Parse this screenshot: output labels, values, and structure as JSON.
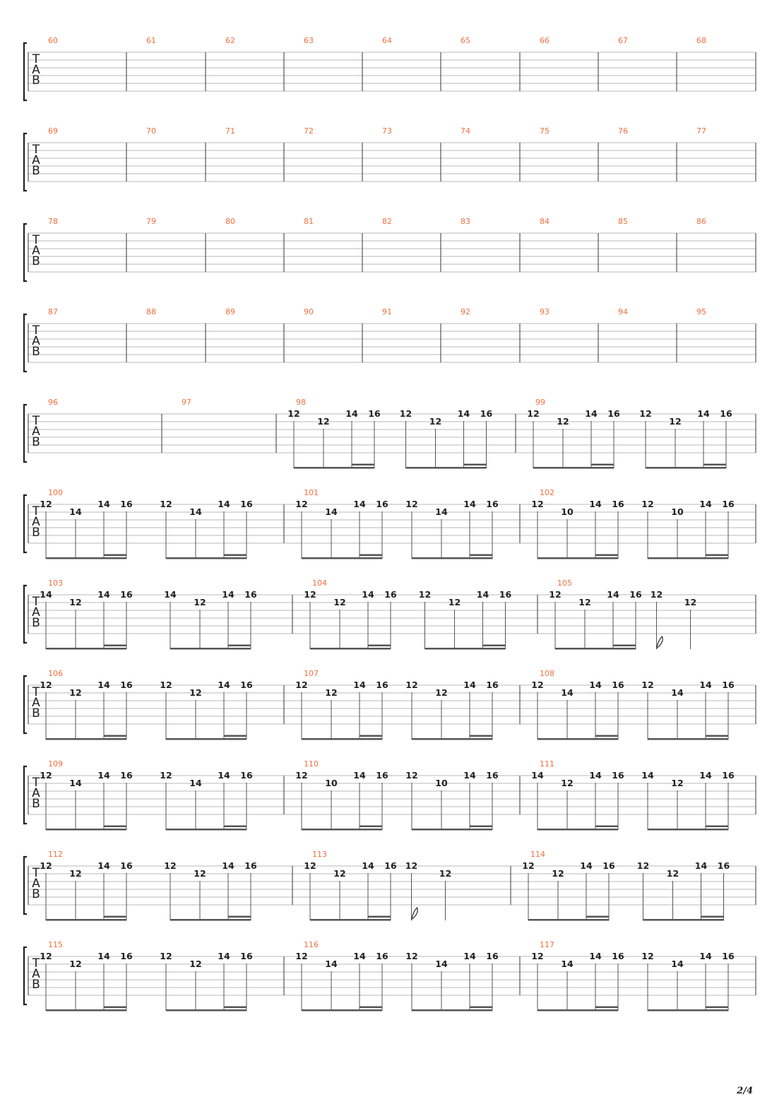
{
  "page_number": "2/4",
  "tab_letters": [
    "T",
    "A",
    "B"
  ],
  "colors": {
    "measure_number": "#f07040",
    "ink": "#222222",
    "staff_line": "#b8b8b8"
  },
  "systems": [
    {
      "measures": [
        {
          "n": "60",
          "groups": []
        },
        {
          "n": "61",
          "groups": []
        },
        {
          "n": "62",
          "groups": []
        },
        {
          "n": "63",
          "groups": []
        },
        {
          "n": "64",
          "groups": []
        },
        {
          "n": "65",
          "groups": []
        },
        {
          "n": "66",
          "groups": []
        },
        {
          "n": "67",
          "groups": []
        },
        {
          "n": "68",
          "groups": []
        }
      ]
    },
    {
      "measures": [
        {
          "n": "69",
          "groups": []
        },
        {
          "n": "70",
          "groups": []
        },
        {
          "n": "71",
          "groups": []
        },
        {
          "n": "72",
          "groups": []
        },
        {
          "n": "73",
          "groups": []
        },
        {
          "n": "74",
          "groups": []
        },
        {
          "n": "75",
          "groups": []
        },
        {
          "n": "76",
          "groups": []
        },
        {
          "n": "77",
          "groups": []
        }
      ]
    },
    {
      "measures": [
        {
          "n": "78",
          "groups": []
        },
        {
          "n": "79",
          "groups": []
        },
        {
          "n": "80",
          "groups": []
        },
        {
          "n": "81",
          "groups": []
        },
        {
          "n": "82",
          "groups": []
        },
        {
          "n": "83",
          "groups": []
        },
        {
          "n": "84",
          "groups": []
        },
        {
          "n": "85",
          "groups": []
        },
        {
          "n": "86",
          "groups": []
        }
      ]
    },
    {
      "measures": [
        {
          "n": "87",
          "groups": []
        },
        {
          "n": "88",
          "groups": []
        },
        {
          "n": "89",
          "groups": []
        },
        {
          "n": "90",
          "groups": []
        },
        {
          "n": "91",
          "groups": []
        },
        {
          "n": "92",
          "groups": []
        },
        {
          "n": "93",
          "groups": []
        },
        {
          "n": "94",
          "groups": []
        },
        {
          "n": "95",
          "groups": []
        }
      ]
    },
    {
      "measures": [
        {
          "n": "96",
          "groups": []
        },
        {
          "n": "97",
          "groups": []
        },
        {
          "n": "98",
          "groups": [
            {
              "type": "beam4",
              "frets": [
                "12",
                "12",
                "14",
                "16"
              ]
            },
            {
              "type": "beam4",
              "frets": [
                "12",
                "12",
                "14",
                "16"
              ]
            }
          ]
        },
        {
          "n": "99",
          "groups": [
            {
              "type": "beam4",
              "frets": [
                "12",
                "12",
                "14",
                "16"
              ]
            },
            {
              "type": "beam4",
              "frets": [
                "12",
                "12",
                "14",
                "16"
              ]
            }
          ]
        }
      ]
    },
    {
      "measures": [
        {
          "n": "100",
          "groups": [
            {
              "type": "beam4",
              "frets": [
                "12",
                "14",
                "14",
                "16"
              ]
            },
            {
              "type": "beam4",
              "frets": [
                "12",
                "14",
                "14",
                "16"
              ]
            }
          ]
        },
        {
          "n": "101",
          "groups": [
            {
              "type": "beam4",
              "frets": [
                "12",
                "14",
                "14",
                "16"
              ]
            },
            {
              "type": "beam4",
              "frets": [
                "12",
                "14",
                "14",
                "16"
              ]
            }
          ]
        },
        {
          "n": "102",
          "groups": [
            {
              "type": "beam4",
              "frets": [
                "12",
                "10",
                "14",
                "16"
              ]
            },
            {
              "type": "beam4",
              "frets": [
                "12",
                "10",
                "14",
                "16"
              ]
            }
          ]
        }
      ]
    },
    {
      "measures": [
        {
          "n": "103",
          "groups": [
            {
              "type": "beam4",
              "frets": [
                "14",
                "12",
                "14",
                "16"
              ]
            },
            {
              "type": "beam4",
              "frets": [
                "14",
                "12",
                "14",
                "16"
              ]
            }
          ]
        },
        {
          "n": "104",
          "groups": [
            {
              "type": "beam4",
              "frets": [
                "12",
                "12",
                "14",
                "16"
              ]
            },
            {
              "type": "beam4",
              "frets": [
                "12",
                "12",
                "14",
                "16"
              ]
            }
          ]
        },
        {
          "n": "105",
          "groups": [
            {
              "type": "beam4",
              "frets": [
                "12",
                "12",
                "14",
                "16"
              ]
            },
            {
              "type": "flag2",
              "frets": [
                "12",
                "12"
              ]
            }
          ]
        }
      ]
    },
    {
      "measures": [
        {
          "n": "106",
          "groups": [
            {
              "type": "beam4",
              "frets": [
                "12",
                "12",
                "14",
                "16"
              ]
            },
            {
              "type": "beam4",
              "frets": [
                "12",
                "12",
                "14",
                "16"
              ]
            }
          ]
        },
        {
          "n": "107",
          "groups": [
            {
              "type": "beam4",
              "frets": [
                "12",
                "12",
                "14",
                "16"
              ]
            },
            {
              "type": "beam4",
              "frets": [
                "12",
                "12",
                "14",
                "16"
              ]
            }
          ]
        },
        {
          "n": "108",
          "groups": [
            {
              "type": "beam4",
              "frets": [
                "12",
                "14",
                "14",
                "16"
              ]
            },
            {
              "type": "beam4",
              "frets": [
                "12",
                "14",
                "14",
                "16"
              ]
            }
          ]
        }
      ]
    },
    {
      "measures": [
        {
          "n": "109",
          "groups": [
            {
              "type": "beam4",
              "frets": [
                "12",
                "14",
                "14",
                "16"
              ]
            },
            {
              "type": "beam4",
              "frets": [
                "12",
                "14",
                "14",
                "16"
              ]
            }
          ]
        },
        {
          "n": "110",
          "groups": [
            {
              "type": "beam4",
              "frets": [
                "12",
                "10",
                "14",
                "16"
              ]
            },
            {
              "type": "beam4",
              "frets": [
                "12",
                "10",
                "14",
                "16"
              ]
            }
          ]
        },
        {
          "n": "111",
          "groups": [
            {
              "type": "beam4",
              "frets": [
                "14",
                "12",
                "14",
                "16"
              ]
            },
            {
              "type": "beam4",
              "frets": [
                "14",
                "12",
                "14",
                "16"
              ]
            }
          ]
        }
      ]
    },
    {
      "measures": [
        {
          "n": "112",
          "groups": [
            {
              "type": "beam4",
              "frets": [
                "12",
                "12",
                "14",
                "16"
              ]
            },
            {
              "type": "beam4",
              "frets": [
                "12",
                "12",
                "14",
                "16"
              ]
            }
          ]
        },
        {
          "n": "113",
          "groups": [
            {
              "type": "beam4",
              "frets": [
                "12",
                "12",
                "14",
                "16"
              ]
            },
            {
              "type": "flag2",
              "frets": [
                "12",
                "12"
              ]
            }
          ]
        },
        {
          "n": "114",
          "groups": [
            {
              "type": "beam4",
              "frets": [
                "12",
                "12",
                "14",
                "16"
              ]
            },
            {
              "type": "beam4",
              "frets": [
                "12",
                "12",
                "14",
                "16"
              ]
            }
          ]
        }
      ]
    },
    {
      "measures": [
        {
          "n": "115",
          "groups": [
            {
              "type": "beam4",
              "frets": [
                "12",
                "12",
                "14",
                "16"
              ]
            },
            {
              "type": "beam4",
              "frets": [
                "12",
                "12",
                "14",
                "16"
              ]
            }
          ]
        },
        {
          "n": "116",
          "groups": [
            {
              "type": "beam4",
              "frets": [
                "12",
                "14",
                "14",
                "16"
              ]
            },
            {
              "type": "beam4",
              "frets": [
                "12",
                "14",
                "14",
                "16"
              ]
            }
          ]
        },
        {
          "n": "117",
          "groups": [
            {
              "type": "beam4",
              "frets": [
                "12",
                "14",
                "14",
                "16"
              ]
            },
            {
              "type": "beam4",
              "frets": [
                "12",
                "14",
                "14",
                "16"
              ]
            }
          ]
        }
      ]
    }
  ]
}
